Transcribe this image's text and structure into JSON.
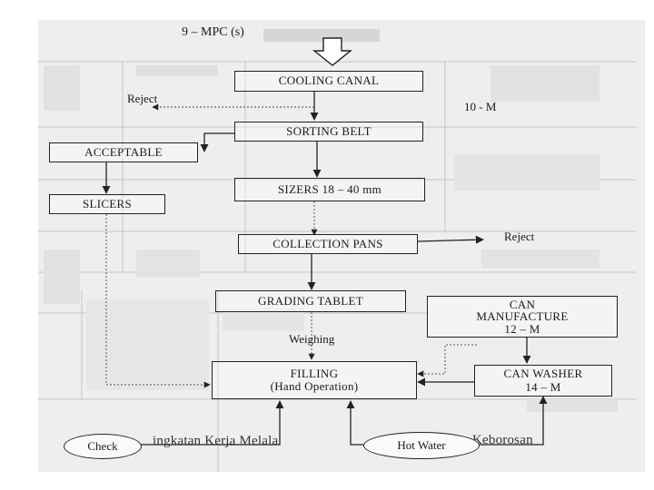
{
  "header": {
    "label": "9 – MPC (s)"
  },
  "nodes": {
    "cooling_canal": "COOLING CANAL",
    "sorting_belt": "SORTING BELT",
    "acceptable": "ACCEPTABLE",
    "slicers": "SLICERS",
    "sizers": "SIZERS 18 – 40 mm",
    "collection_pans": "COLLECTION PANS",
    "grading_tablet": "GRADING TABLET",
    "can_manufacture": "CAN\nMANUFACTURE\n12 – M",
    "filling": "FILLING\n(Hand Operation)",
    "can_washer": "CAN WASHER\n14 – M",
    "check": "Check",
    "hot_water": "Hot Water"
  },
  "labels": {
    "reject_1": "Reject",
    "ten_m": "10 - M",
    "reject_2": "Reject",
    "weighing": "Weighing"
  },
  "background_text": {
    "part_1": "ingkatan Kerja Melala",
    "part_2": "Keborosan"
  },
  "colors": {
    "line": "#222222",
    "scan_background": "#eeeeee"
  }
}
